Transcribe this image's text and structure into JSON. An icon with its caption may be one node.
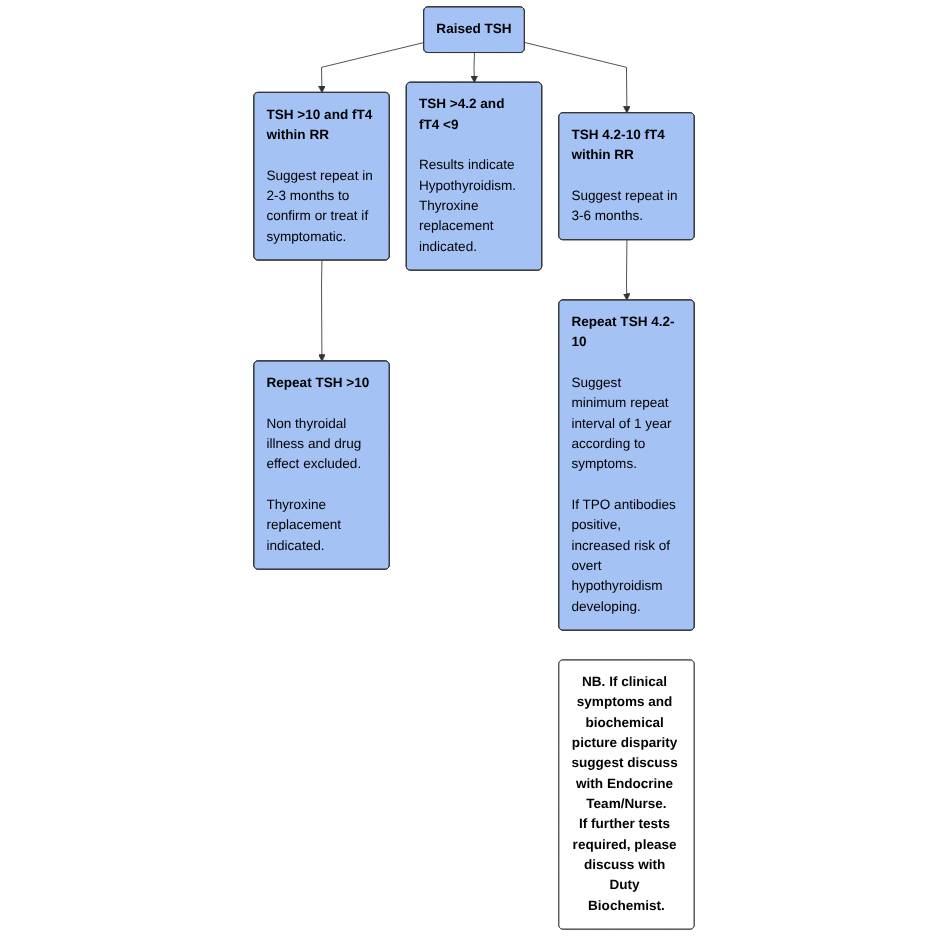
{
  "diagram": {
    "nodes": [
      {
        "text": [
          "Raised TSH"
        ]
      },
      {
        "text": [
          "TSH >10 and fT4 within RR",
          "Suggest repeat in 2-3 months to confirm or treat if symptomatic."
        ]
      },
      {
        "text": [
          "TSH >4.2 and fT4 <9",
          "Results indicate Hypothyroidism. Thyroxine replacement indicated."
        ]
      },
      {
        "text": [
          "TSH 4.2-10 fT4 within RR",
          "Suggest repeat in 3-6 months."
        ]
      },
      {
        "text": [
          "Repeat TSH >10",
          "Non thyroidal illness and drug effect excluded.",
          "Thyroxine replacement indicated."
        ]
      },
      {
        "text": [
          "Repeat TSH 4.2-10",
          "Suggest minimum repeat interval of 1 year according to symptoms.",
          "If TPO antibodies positive, increased risk of overt hypothyroidism developing."
        ]
      },
      {
        "text": [
          "NB. If clinical symptoms and biochemical picture disparity suggest discuss with Endocrine Team/Nurse.",
          "If further tests required, please discuss with Duty Biochemist."
        ]
      }
    ],
    "edges": [
      {
        "from": 0,
        "to": 1,
        "arrow": "to"
      },
      {
        "from": 0,
        "to": 2,
        "arrow": "to"
      },
      {
        "from": 0,
        "to": 3,
        "arrow": "to"
      },
      {
        "from": 1,
        "to": 4,
        "arrow": "to"
      },
      {
        "from": 3,
        "to": 5,
        "arrow": "to"
      }
    ]
  }
}
